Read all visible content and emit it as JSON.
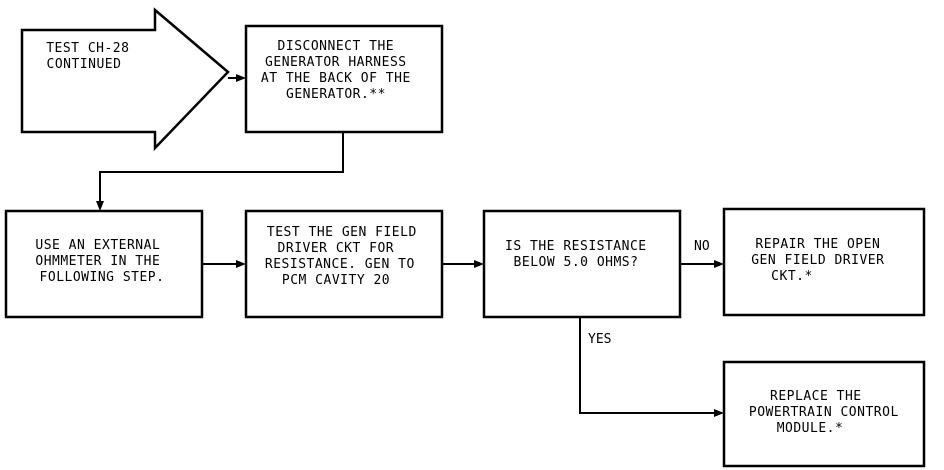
{
  "start": {
    "lines": [
      "TEST CH-28",
      "CONTINUED"
    ]
  },
  "boxes": {
    "disconnect": {
      "lines": [
        "DISCONNECT THE",
        "GENERATOR HARNESS",
        "AT THE BACK OF THE",
        "GENERATOR.**"
      ]
    },
    "use_ohmmeter": {
      "lines": [
        "USE AN EXTERNAL",
        "OHMMETER IN THE",
        "FOLLOWING STEP."
      ]
    },
    "test_driver": {
      "lines": [
        "TEST THE GEN FIELD",
        "DRIVER CKT FOR",
        "RESISTANCE. GEN TO",
        "PCM CAVITY 20"
      ]
    },
    "question": {
      "lines": [
        "IS THE RESISTANCE",
        "BELOW 5.0 OHMS?"
      ]
    },
    "repair": {
      "lines": [
        "REPAIR THE OPEN",
        "GEN FIELD DRIVER",
        "CKT.*"
      ]
    },
    "replace": {
      "lines": [
        "REPLACE THE",
        "POWERTRAIN CONTROL",
        "MODULE.*"
      ]
    }
  },
  "edges": {
    "no_label": "NO",
    "yes_label": "YES"
  }
}
